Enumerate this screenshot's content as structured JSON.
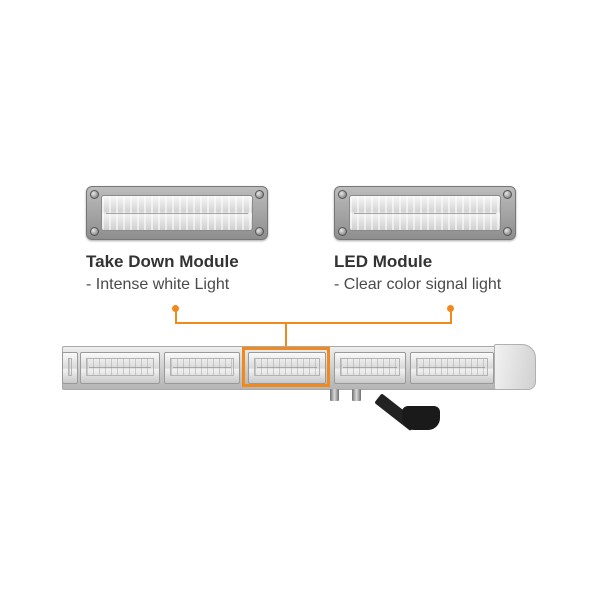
{
  "colors": {
    "accent": "#f08a1e",
    "text_title": "#333333",
    "text_desc": "#4a4a4a"
  },
  "modules": [
    {
      "title": "Take Down Module",
      "description": "- Intense white Light",
      "icon": "take-down-module-image"
    },
    {
      "title": "LED Module",
      "description": "- Clear color signal light",
      "icon": "led-module-image"
    }
  ],
  "lightbar": {
    "icon": "led-light-bar-image"
  }
}
